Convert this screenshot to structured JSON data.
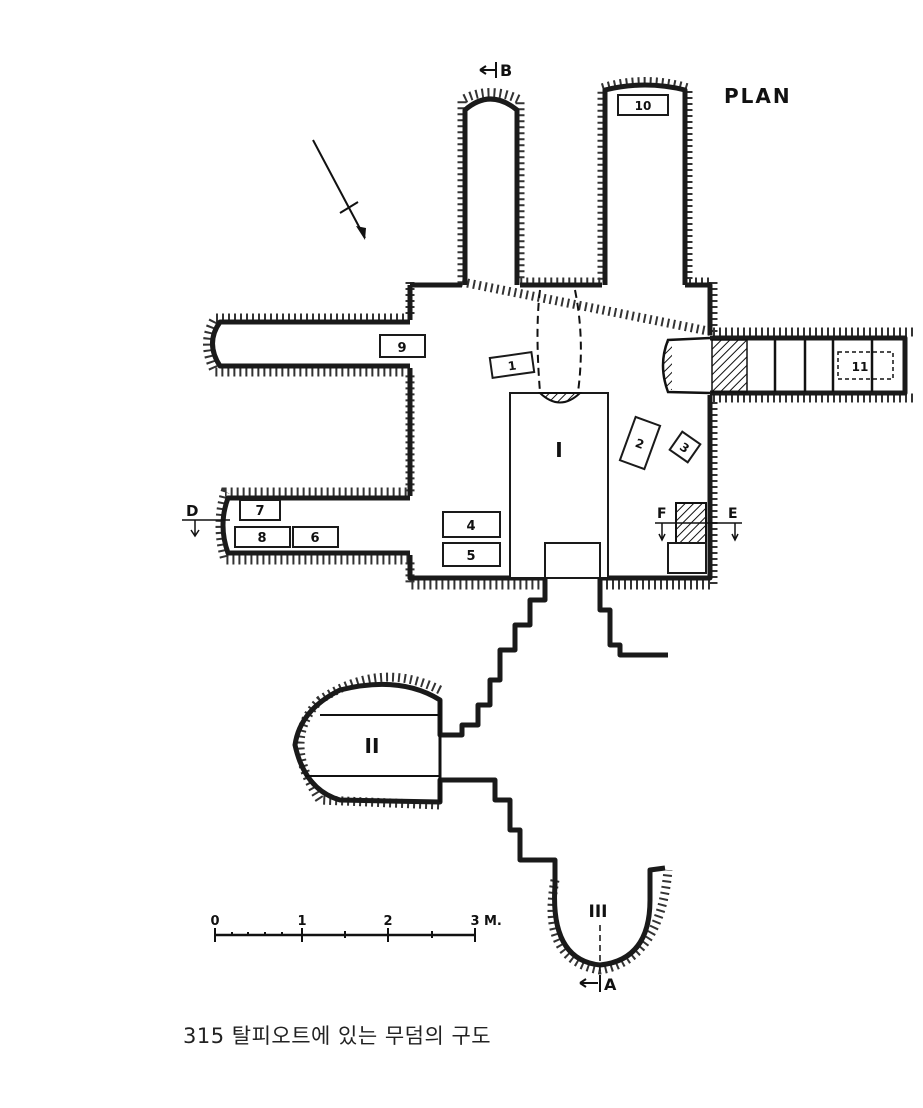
{
  "title": "PLAN",
  "caption": "315 탈피오트에 있는 무덤의 구도",
  "chambers": {
    "main": "I",
    "second": "II",
    "third": "III"
  },
  "loculi": [
    "1",
    "2",
    "3",
    "4",
    "5",
    "6",
    "7",
    "8",
    "9",
    "10",
    "11"
  ],
  "sections": {
    "a": "A",
    "b": "B",
    "d": "D",
    "e": "E",
    "f": "F"
  },
  "scale": {
    "ticks": [
      "0",
      "1",
      "2",
      "3"
    ],
    "unit": "M."
  }
}
